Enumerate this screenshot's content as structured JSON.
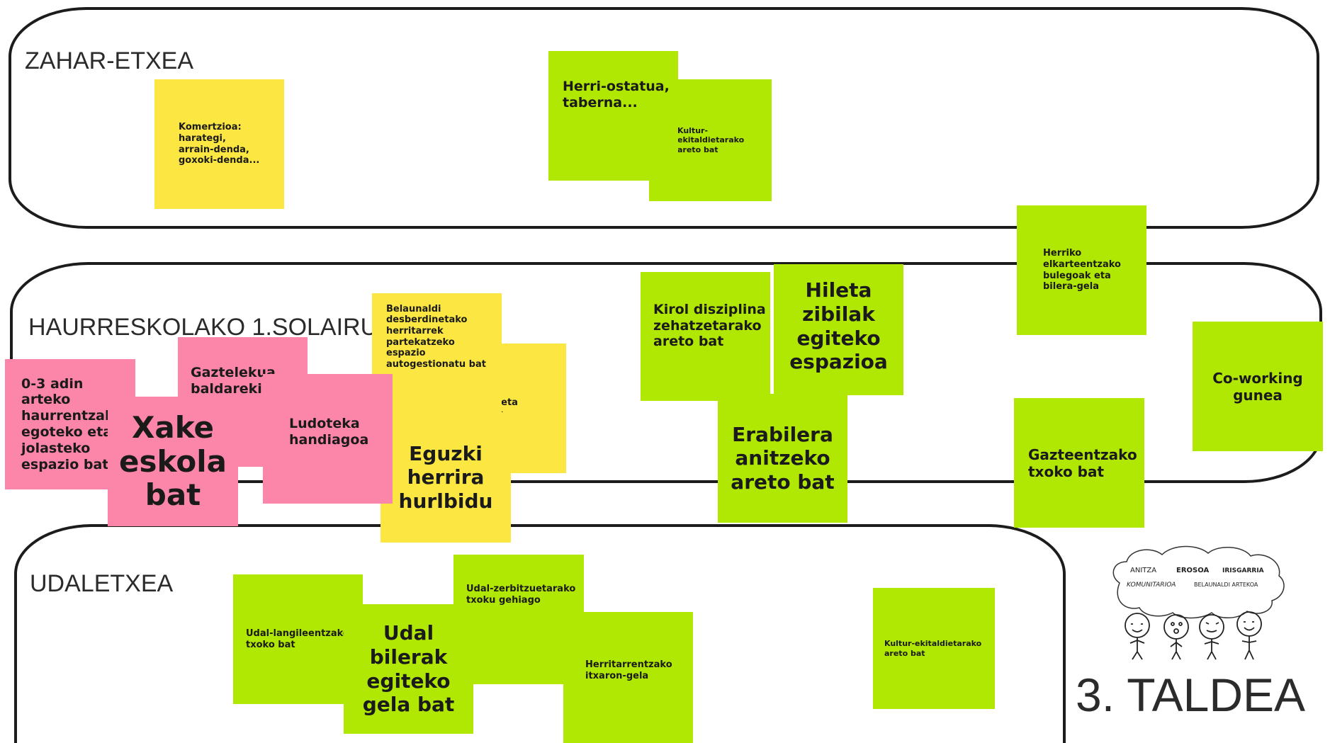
{
  "zones": {
    "zahar_etxea": "ZAHAR-ETXEA",
    "haurreskola": "HAURRESKOLAKO 1.SOLAIRUA",
    "udaletxea": "UDALETXEA"
  },
  "notes": {
    "komertzioa": "Komertzioa:\nharategi,\narrain-denda,\ngoxoki-denda...",
    "herri_ostatua": "Herri-ostatua,\ntaberna...",
    "kultur_top": "Kultur-ekitaldietarako\nareto bat",
    "herriko_elkarteentzako": "Herriko\nelkarteentzako\nbulegoak eta\nbilera-gela",
    "coworking": "Co-working\ngunea",
    "kirol": "Kirol disziplina\nzehatzetarako\nareto bat",
    "hileta": "Hileta\nzibilak\negiteko\nespazioa",
    "erabilera": "Erabilera\nanitzeko\nareto bat",
    "gazteentzako": "Gazteentzako\ntxoko bat",
    "belaunaldi": "Belaunaldi\ndesberdinetako\nherritarrek\npartekatzeko\nespazio\nautogestionatu bat",
    "tailer": "Tailer-tade eta\nlanketarako",
    "eguzki": "Eguzki\nherrira\nhurlbidu",
    "haur_0_3": "0-3 adin\narteko\nhaurrentzako\negoteko eta\njolasteko\nespazio bat",
    "gaztelekua": "Gaztelekua\nbaldarekin",
    "xake": "Xake\neskola\nbat",
    "ludoteka": "Ludoteka\nhandiagoa",
    "udal_langileentzako": "Udal-langileentzako\ntxoko bat",
    "udal_bilerak": "Udal\nbilerak\negiteko\ngela bat",
    "udal_zerbitzuetarako": "Udal-zerbitzuetarako\ntxoku gehiago",
    "herritarrentzako": "Herritarrentzako\nitxaron-gela",
    "kultur_bottom": "Kultur-ekitaldietarako\nareto bat"
  },
  "logo": {
    "words": [
      "ANITZA",
      "EROSOA",
      "IRISGARRIA",
      "KOMUNITARIOA",
      "BELAUNALDI ARTEKOA"
    ]
  },
  "group_title": "3. TALDEA",
  "colors": {
    "green": "#b1e803",
    "yellow": "#fce742",
    "pink": "#fc86a9"
  }
}
